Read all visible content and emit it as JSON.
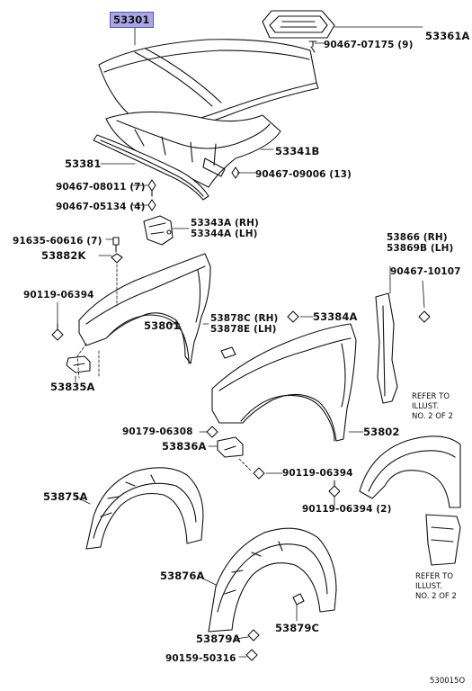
{
  "diagram": {
    "highlighted_part": "53301",
    "figure_code": "530015O",
    "labels": {
      "p53301": "53301",
      "p53361a": "53361A",
      "p90467_07175": "90467-07175 (9)",
      "p53341b": "53341B",
      "p53381": "53381",
      "p90467_09006": "90467-09006 (13)",
      "p90467_08011": "90467-08011 (7)",
      "p90467_05134": "90467-05134 (4)",
      "p53343a": "53343A (RH)",
      "p53344a": "53344A (LH)",
      "p91635_60616": "91635-60616 (7)",
      "p53882k": "53882K",
      "p90119_06394_a": "90119-06394",
      "p53801": "53801",
      "p53835a": "53835A",
      "p53866": "53866 (RH)",
      "p53869b": "53869B (LH)",
      "p90467_10107": "90467-10107",
      "p53878c": "53878C (RH)",
      "p53878e": "53878E (LH)",
      "p53384a": "53384A",
      "p90179_06308": "90179-06308",
      "p53836a": "53836A",
      "p53802": "53802",
      "p90119_06394_b": "90119-06394",
      "p90119_06394_c": "90119-06394 (2)",
      "p53875a": "53875A",
      "p53876a": "53876A",
      "p53879c": "53879C",
      "p53879a": "53879A",
      "p90159_50316": "90159-50316"
    },
    "refer_notes": {
      "top": [
        "REFER TO",
        "ILLUST.",
        "NO. 2 OF 2"
      ],
      "bottom": [
        "REFER TO",
        "ILLUST.",
        "NO. 2 OF 2"
      ]
    }
  }
}
